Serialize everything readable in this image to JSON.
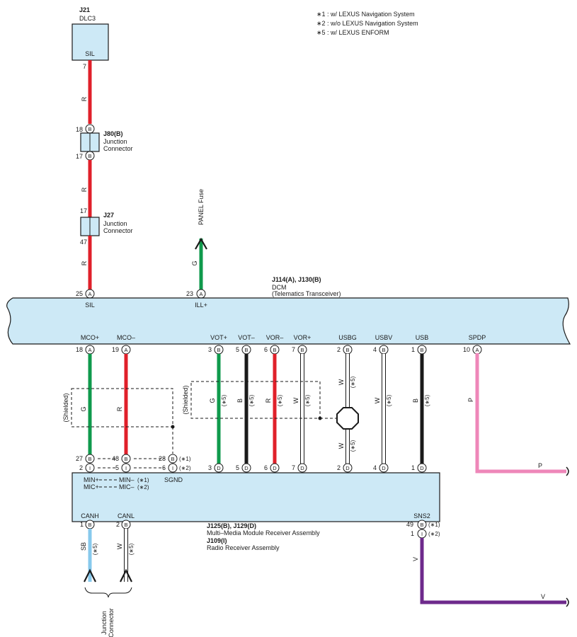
{
  "notes": [
    "∗1 : w/ LEXUS Navigation System",
    "∗2 : w/o LEXUS Navigation System",
    "∗5 : w/ LEXUS ENFORM"
  ],
  "colors": {
    "R": "#e0202a",
    "G": "#0f9a4c",
    "B": "#1a1a1a",
    "W": "#d8d8d8",
    "P": "#ee87b9",
    "V": "#6e2a8c",
    "SB": "#87c9ec",
    "component_fill": "#cde9f6"
  },
  "components": {
    "j21": {
      "id": "J21",
      "name": "DLC3",
      "terminal": "SIL",
      "pin": "7"
    },
    "j80": {
      "id": "J80(B)",
      "name_line1": "Junction",
      "name_line2": "Connector",
      "pin_top": "18",
      "pin_bottom": "17",
      "conn": "B"
    },
    "j27": {
      "id": "J27",
      "name_line1": "Junction",
      "name_line2": "Connector",
      "pin_top": "17",
      "pin_bottom": "47"
    },
    "dcm": {
      "id": "J114(A), J130(B)",
      "name_line1": "DCM",
      "name_line2": "(Telematics Transceiver)"
    },
    "mmm": {
      "id1": "J125(B), J129(D)",
      "name1": "Multi–Media Module Receiver Assembly",
      "id2": "J109(I)",
      "name2": "Radio Receiver Assembly"
    }
  },
  "fuse": {
    "label": "PANEL Fuse"
  },
  "junction_connector": {
    "line1": "Junction",
    "line2": "Connector"
  },
  "dcm_top_pins": [
    {
      "terminal": "SIL",
      "pin": "25",
      "conn": "A",
      "wire": "R"
    },
    {
      "terminal": "ILL+",
      "pin": "23",
      "conn": "A",
      "wire": "G"
    }
  ],
  "dcm_bottom_pins": [
    {
      "terminal": "MCO+",
      "pin": "18",
      "conn": "A",
      "wire": "G",
      "wire_color": "G",
      "note": ""
    },
    {
      "terminal": "MCO–",
      "pin": "19",
      "conn": "A",
      "wire": "R",
      "wire_color": "R",
      "note": ""
    },
    {
      "terminal": "VOT+",
      "pin": "3",
      "conn": "B",
      "wire": "G",
      "wire_color": "G",
      "note": "(∗5)"
    },
    {
      "terminal": "VOT–",
      "pin": "5",
      "conn": "B",
      "wire": "B",
      "wire_color": "B",
      "note": "(∗5)"
    },
    {
      "terminal": "VOR–",
      "pin": "6",
      "conn": "B",
      "wire": "R",
      "wire_color": "R",
      "note": "(∗5)"
    },
    {
      "terminal": "VOR+",
      "pin": "7",
      "conn": "B",
      "wire": "W",
      "wire_color": "W",
      "note": "(∗5)"
    },
    {
      "terminal": "USBG",
      "pin": "2",
      "conn": "B",
      "wire": "W",
      "wire_color": "W",
      "note": "(∗5)",
      "wire2": "W",
      "note2": "(∗5)"
    },
    {
      "terminal": "USBV",
      "pin": "4",
      "conn": "B",
      "wire": "W",
      "wire_color": "W",
      "note": "(∗5)"
    },
    {
      "terminal": "USB",
      "pin": "1",
      "conn": "B",
      "wire": "B",
      "wire_color": "B",
      "note": "(∗5)"
    },
    {
      "terminal": "SPDP",
      "pin": "10",
      "conn": "A",
      "wire": "P",
      "wire_color": "P",
      "note": ""
    }
  ],
  "shielded_label": "(Shielded)",
  "mmm_left_pins": {
    "mco_plus": [
      {
        "pin": "27",
        "conn": "B"
      },
      {
        "pin": "2",
        "conn": "I"
      }
    ],
    "mco_minus": [
      {
        "pin": "48",
        "conn": "B"
      },
      {
        "pin": "5",
        "conn": "I"
      }
    ],
    "sgnd": [
      {
        "pin": "28",
        "conn": "B",
        "note": "(∗1)"
      },
      {
        "pin": "6",
        "conn": "I",
        "note": "(∗2)"
      }
    ],
    "sgnd_label": "SGND",
    "min_labels": [
      {
        "left": "MIN+",
        "right": "MIN–",
        "note": "(∗1)"
      },
      {
        "left": "MIC+",
        "right": "MIC–",
        "note": "(∗2)"
      }
    ]
  },
  "mmm_top_pins": [
    {
      "terminal": "VOR+",
      "pin": "7",
      "conn": "D"
    },
    {
      "terminal": "VOR–",
      "pin": "6",
      "conn": "D"
    },
    {
      "terminal": "VOT–",
      "pin": "5",
      "conn": "D"
    },
    {
      "terminal": "VOT+",
      "pin": "3",
      "conn": "D"
    },
    {
      "terminal": "USBG",
      "pin": "2",
      "conn": "D"
    },
    {
      "terminal": "USBV",
      "pin": "4",
      "conn": "D"
    },
    {
      "terminal": "USB",
      "pin": "1",
      "conn": "D"
    }
  ],
  "mmm_bottom_pins": [
    {
      "terminal": "CANH",
      "pin": "1",
      "conn": "B",
      "wire": "SB",
      "note": "(∗5)"
    },
    {
      "terminal": "CANL",
      "pin": "2",
      "conn": "B",
      "wire": "W",
      "note": "(∗5)"
    }
  ],
  "sns2": {
    "terminal": "SNS2",
    "pins": [
      {
        "pin": "49",
        "conn": "B",
        "note": "(∗1)"
      },
      {
        "pin": "1",
        "conn": "I",
        "note": "(∗2)"
      }
    ],
    "wire": "V"
  },
  "spdp_wire": {
    "label_vertical": "P",
    "label_horizontal": "P"
  },
  "sns2_wire": {
    "label_vertical": "V",
    "label_horizontal": "V"
  },
  "wire_labels": {
    "j21_j80": "R",
    "j80_j27": "R",
    "j27_dcm": "R",
    "fuse_wire": "G"
  }
}
